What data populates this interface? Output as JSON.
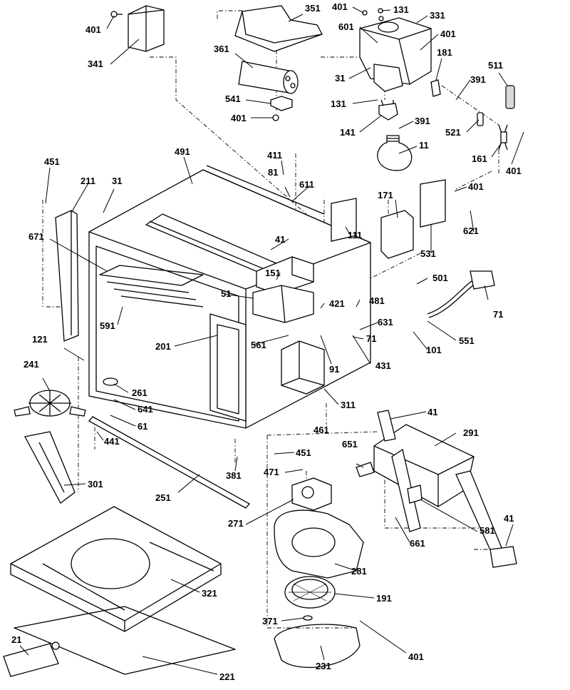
{
  "labels": [
    "401",
    "341",
    "351",
    "361",
    "541",
    "401",
    "401",
    "131",
    "331",
    "601",
    "401",
    "31",
    "181",
    "131",
    "141",
    "391",
    "11",
    "511",
    "391",
    "521",
    "161",
    "401",
    "451",
    "211",
    "31",
    "491",
    "411",
    "81",
    "611",
    "401",
    "171",
    "621",
    "531",
    "671",
    "111",
    "41",
    "151",
    "51",
    "421",
    "501",
    "71",
    "481",
    "631",
    "71",
    "591",
    "201",
    "561",
    "91",
    "101",
    "551",
    "121",
    "431",
    "241",
    "261",
    "641",
    "61",
    "311",
    "461",
    "41",
    "291",
    "451",
    "651",
    "471",
    "441",
    "381",
    "301",
    "251",
    "271",
    "581",
    "661",
    "41",
    "281",
    "321",
    "191",
    "371",
    "21",
    "401",
    "221",
    "231"
  ]
}
